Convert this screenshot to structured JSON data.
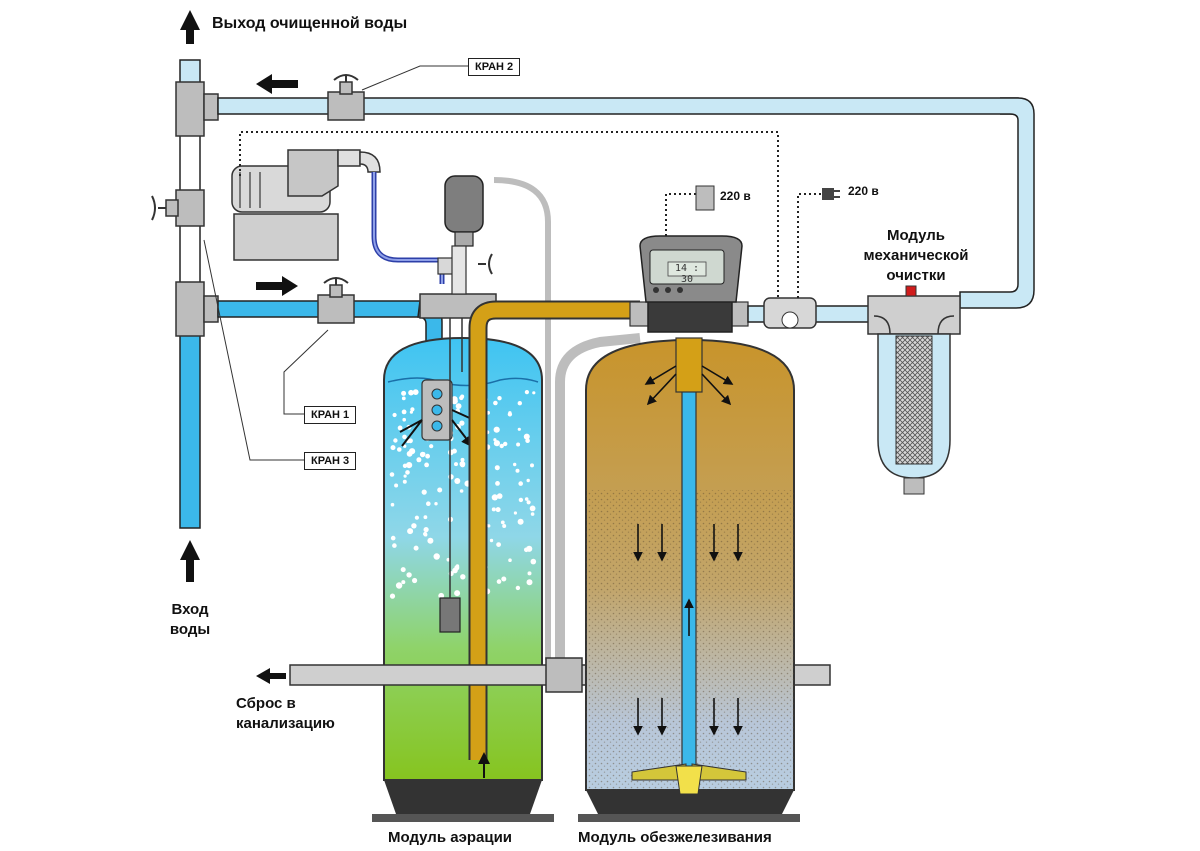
{
  "labels": {
    "output": "Выход очищенной воды",
    "input_line1": "Вход",
    "input_line2": "воды",
    "drain_line1": "Сброс в",
    "drain_line2": "канализацию",
    "aeration_module": "Модуль аэрации",
    "iron_module": "Модуль обезжелезивания",
    "mech_line1": "Модуль",
    "mech_line2": "механической",
    "mech_line3": "очистки"
  },
  "valves": {
    "valve1": "КРАН 1",
    "valve2": "КРАН 2",
    "valve3": "КРАН 3"
  },
  "power": {
    "control_unit": "220 в",
    "pump": "220 в"
  },
  "controller": {
    "display_time": "14 : 30"
  },
  "colors": {
    "clean_water": "#c9e8f5",
    "raw_water": "#3bb8ea",
    "iron_water": "#d4a017",
    "aeration_top": "#4cc9f0",
    "aeration_bottom": "#8cc63f",
    "pipe_gray": "#cfcfcf"
  }
}
